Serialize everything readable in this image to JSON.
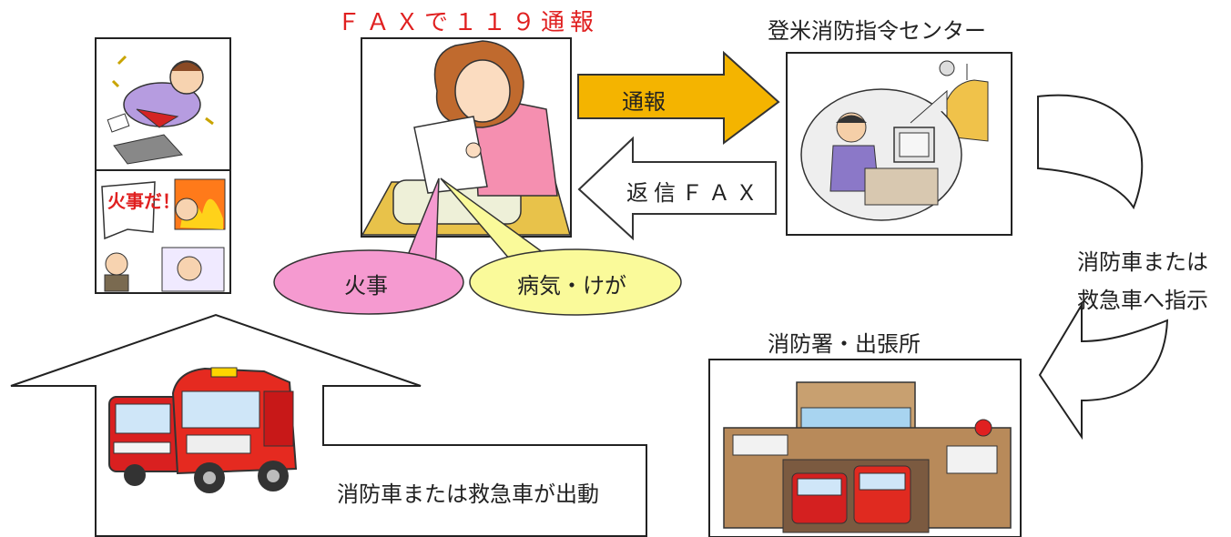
{
  "fax_title": "ＦＡＸで１１９通報",
  "center_label": "登米消防指令センター",
  "station_label": "消防署・出張所",
  "arrow_report": "通報",
  "arrow_reply": "返信ＦＡＸ",
  "bubble_fire": "火事",
  "bubble_illness": "病気・けが",
  "instruction_line1": "消防車または",
  "instruction_line2": "救急車へ指示",
  "dispatch_label": "消防車または救急車が出動",
  "illustration_sign": "火事だ！",
  "colors": {
    "title_red": "#e02020",
    "arrow_gold": "#f4b400",
    "bubble_pink": "#f59ad0",
    "bubble_yellow": "#fafa9a"
  }
}
